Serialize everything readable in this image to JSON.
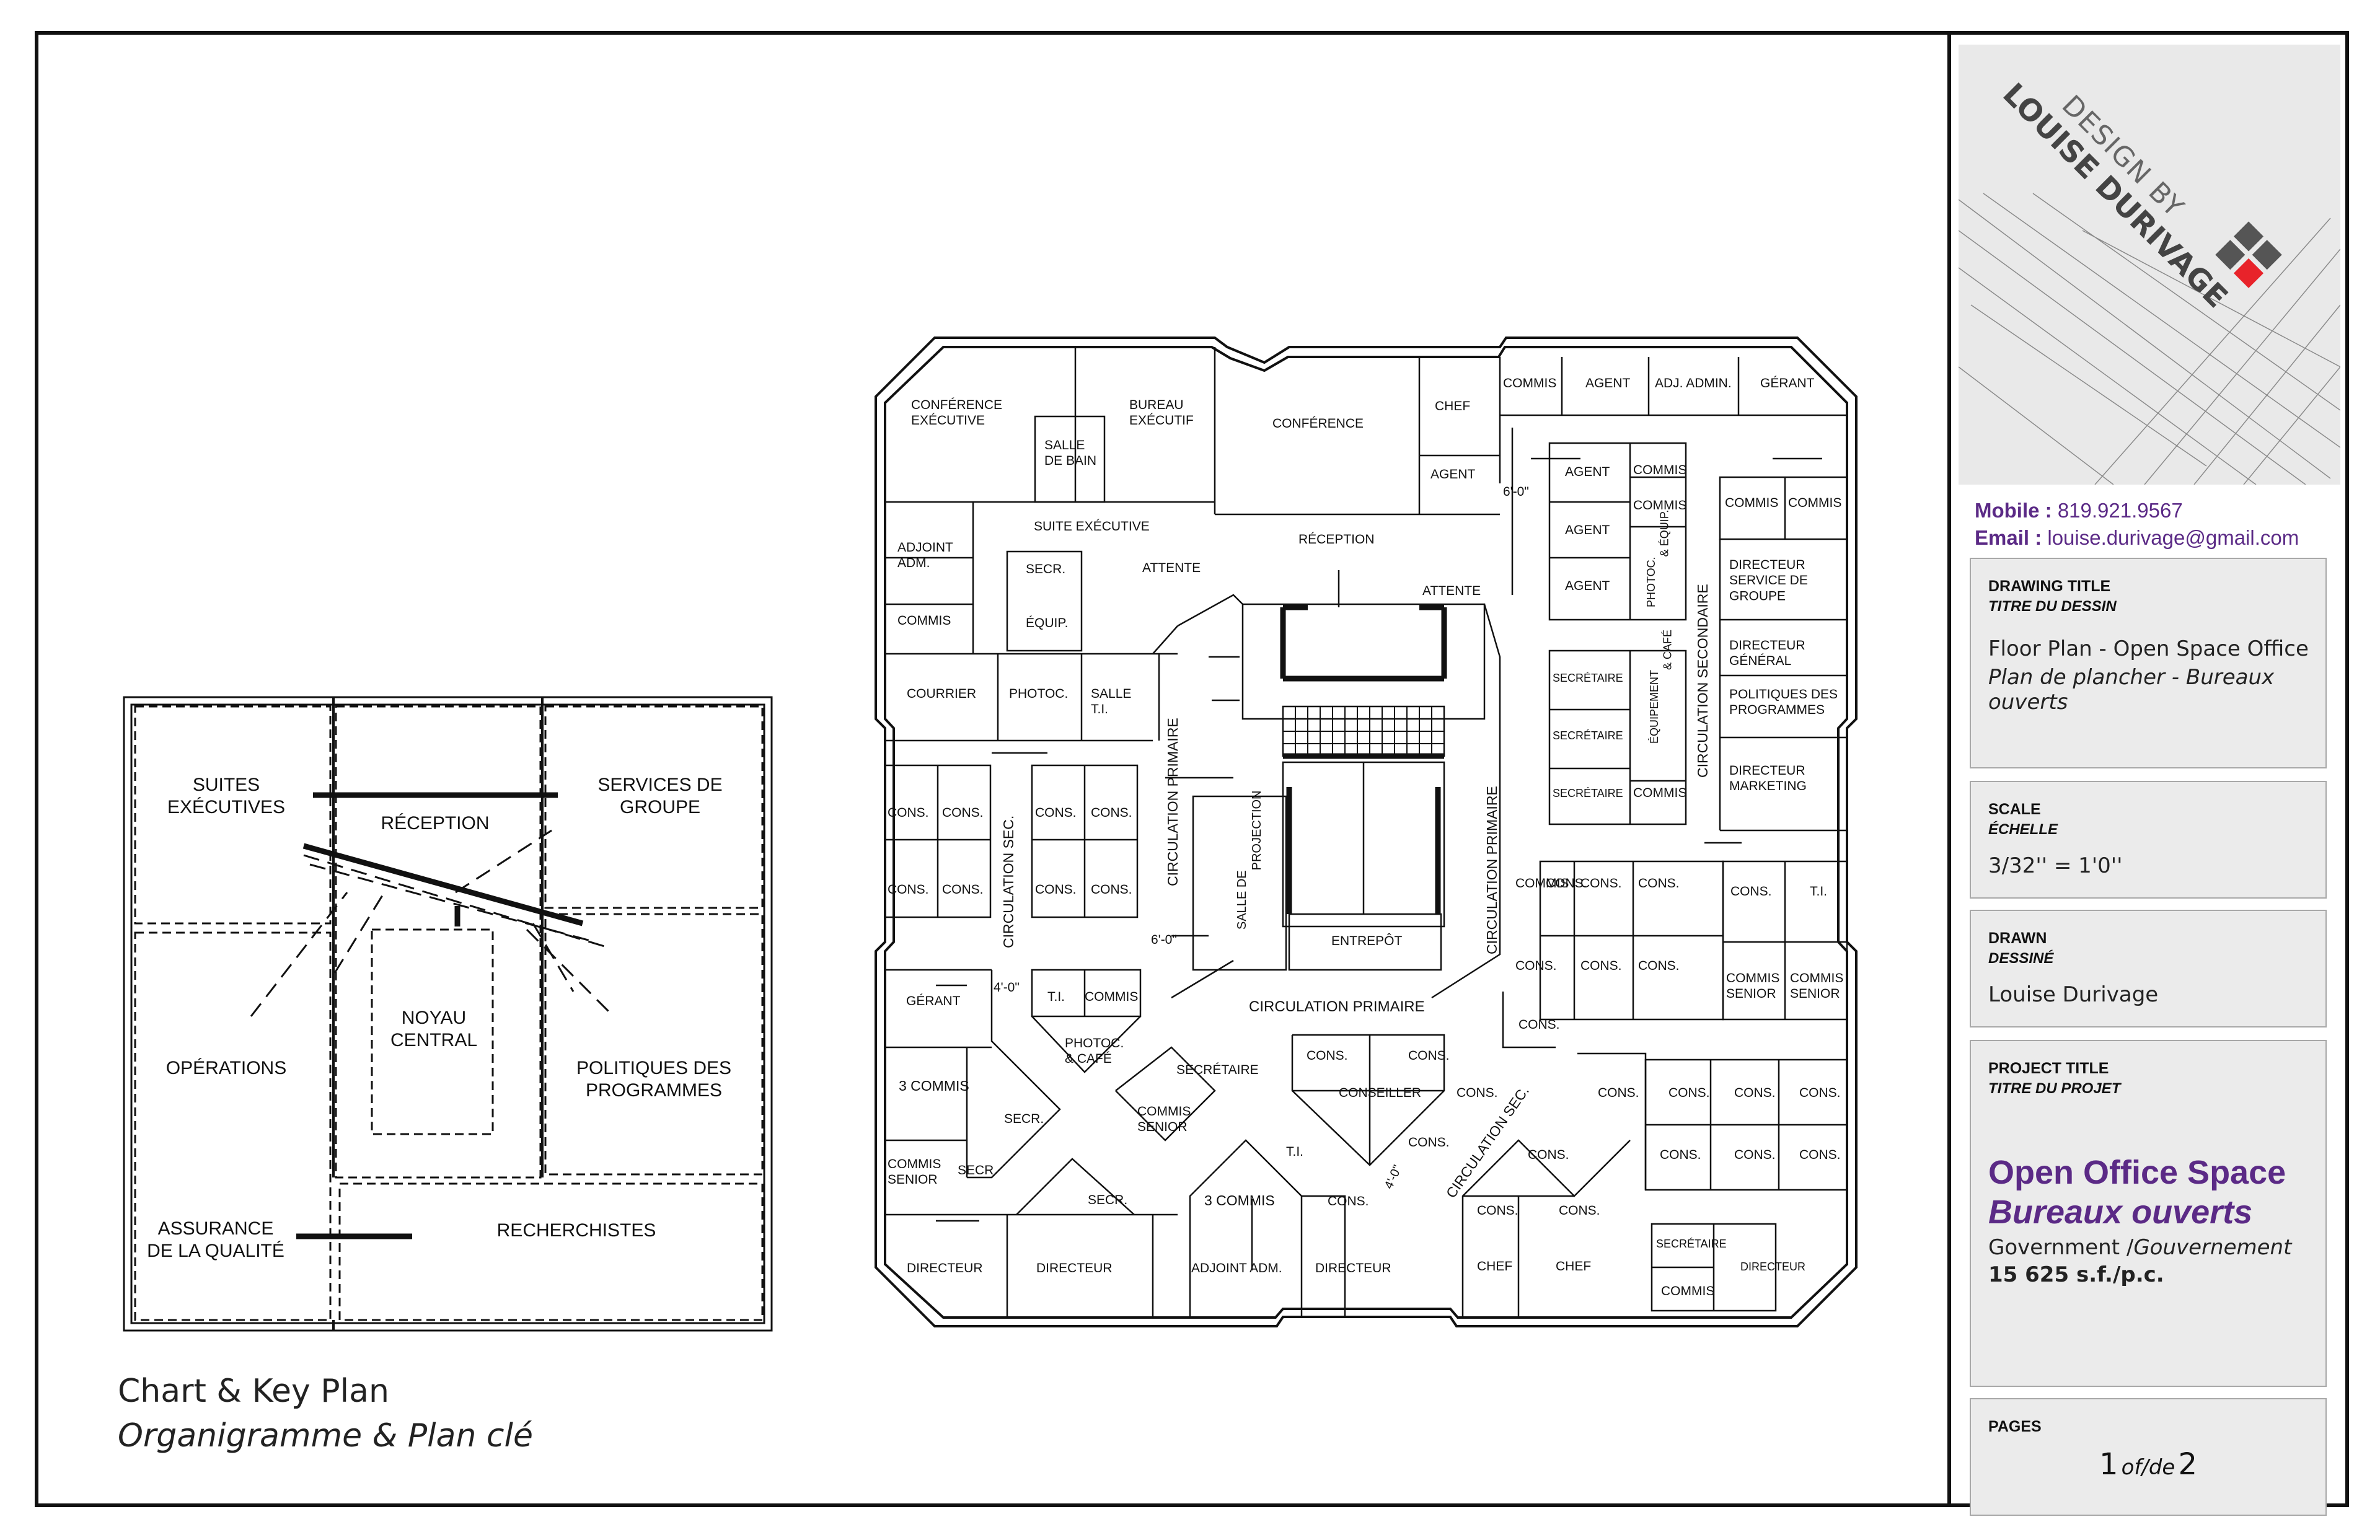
{
  "key_plan": {
    "suites": "SUITES\nEXÉCUTIVES",
    "reception": "RÉCEPTION",
    "services": "SERVICES DE\nGROUPE",
    "operations": "OPÉRATIONS",
    "noyau": "NOYAU\nCENTRAL",
    "politiques": "POLITIQUES DES\nPROGRAMMES",
    "assurance": "ASSURANCE\nDE LA QUALITÉ",
    "recherchistes": "RECHERCHISTES"
  },
  "caption": {
    "line1": "Chart & Key Plan",
    "line2": "Organigramme & Plan clé"
  },
  "floor_plan": {
    "conf_exec": "CONFÉRENCE\nEXÉCUTIVE",
    "bureau_exec": "BUREAU\nEXÉCUTIF",
    "salle_bain": "SALLE\nDE BAIN",
    "conference": "CONFÉRENCE",
    "chef": "CHEF",
    "agent": "AGENT",
    "commis": "COMMIS",
    "adj_admin": "ADJ. ADMIN.",
    "gerant": "GÉRANT",
    "adjoint_adm": "ADJOINT\nADM.",
    "suite_exec": "SUITE EXÉCUTIVE",
    "secr": "SECR.",
    "equip": "ÉQUIP.",
    "attente": "ATTENTE",
    "reception": "RÉCEPTION",
    "dim_6_0": "6'-0\"",
    "dim_4_0": "4'-0\"",
    "photoc_equip": "PHOTOC.\n& ÉQUIP.",
    "circ_sec": "CIRCULATION SECONDAIRE",
    "directeur_service": "DIRECTEUR\nSERVICE DE\nGROUPE",
    "directeur_general": "DIRECTEUR\nGÉNÉRAL",
    "politiques": "POLITIQUES DES\nPROGRAMMES",
    "directeur_marketing": "DIRECTEUR\nMARKETING",
    "courrier": "COURRIER",
    "photoc": "PHOTOC.",
    "salle_ti": "SALLE\nT.I.",
    "cons": "CONS.",
    "circ_primaire": "CIRCULATION PRIMAIRE",
    "circ_sec_short": "CIRCULATION SEC.",
    "salle_projection": "SALLE DE\nPROJECTION",
    "secretaire": "SECRÉTAIRE",
    "equipement_cafe": "ÉQUIPEMENT\n& CAFÉ",
    "ti": "T.I.",
    "entrepot": "ENTREPÔT",
    "commis_senior": "COMMIS\nSENIOR",
    "photoc_cafe": "PHOTOC.\n& CAFÉ",
    "three_commis": "3 COMMIS",
    "conseiller": "CONSEILLER",
    "directeur": "DIRECTEUR",
    "adjoint_adm2": "ADJOINT ADM."
  },
  "title_block": {
    "logo_line1": "DESIGN BY",
    "logo_line2": "LOUISE DURIVAGE",
    "mobile_label": "Mobile :",
    "mobile": "819.921.9567",
    "email_label": "Email :",
    "email": "louise.durivage@gmail.com",
    "drawing_title_label": "DRAWING TITLE",
    "drawing_title_sub": "TITRE DU DESSIN",
    "drawing_title_en": "Floor Plan - Open Space Office",
    "drawing_title_fr": "Plan de plancher - Bureaux ouverts",
    "scale_label": "SCALE",
    "scale_sub": "ÉCHELLE",
    "scale": "3/32'' = 1'0''",
    "drawn_label": "DRAWN",
    "drawn_sub": "DESSINÉ",
    "drawn": "Louise Durivage",
    "project_label": "PROJECT TITLE",
    "project_sub": "TITRE DU PROJET",
    "project_en": "Open Office Space",
    "project_fr": "Bureaux ouverts",
    "client_en": "Government /",
    "client_fr": "Gouvernement",
    "area": "15 625 s.f./p.c.",
    "pages_label": "PAGES",
    "page_num": "1",
    "of_de": "of/de",
    "page_total": "2"
  },
  "colors": {
    "accent": "#5b2a86",
    "logo_red": "#e8232a",
    "logo_gray": "#555555"
  }
}
